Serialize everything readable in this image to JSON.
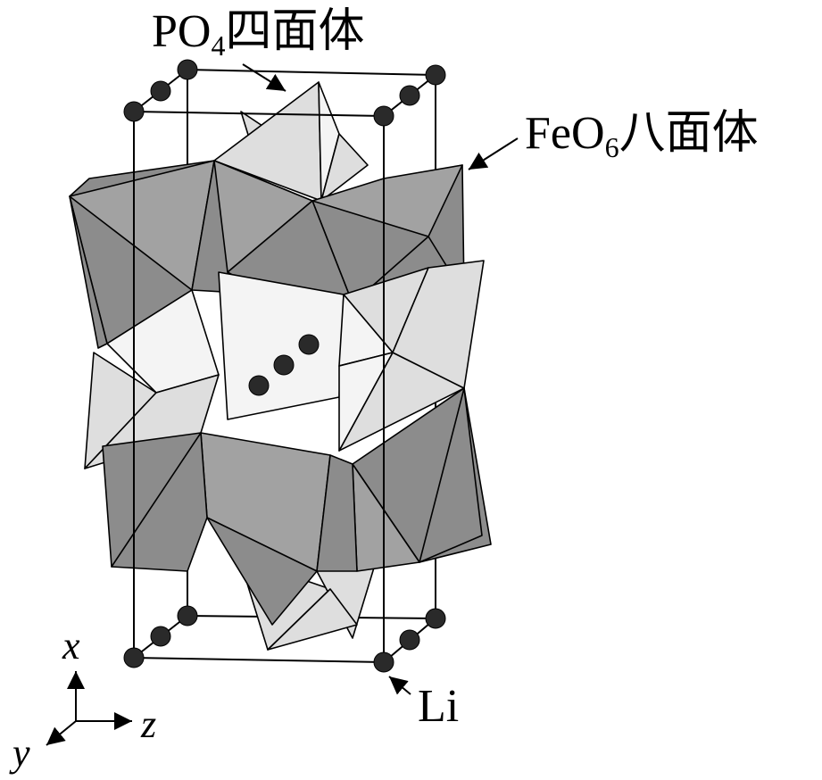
{
  "labels": {
    "po4_main": "PO",
    "po4_sub": "4",
    "po4_tail": "四面体",
    "feo6_main": "FeO",
    "feo6_sub": "6",
    "feo6_tail": "八面体",
    "li": "Li"
  },
  "axes": {
    "x": "x",
    "y": "y",
    "z": "z"
  }
}
